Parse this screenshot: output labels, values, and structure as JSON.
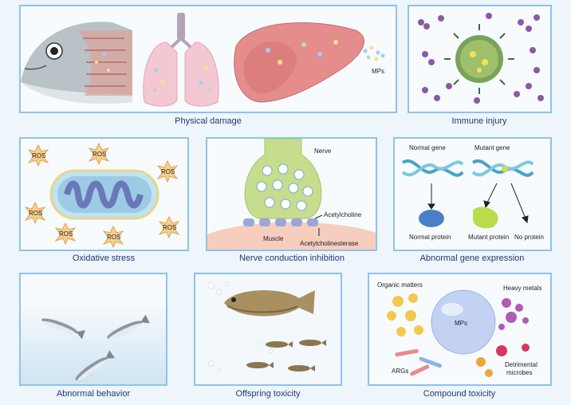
{
  "captions": {
    "physical_damage": "Physical damage",
    "immune_injury": "Immune injury",
    "oxidative_stress": "Oxidative stress",
    "nerve_conduction": "Nerve conduction inhibition",
    "abnormal_gene": "Abnormal gene expression",
    "abnormal_behavior": "Abnormal behavior",
    "offspring_toxicity": "Offspring toxicity",
    "compound_toxicity": "Compound toxicity"
  },
  "labels": {
    "mps": "MPs",
    "ros": "ROS",
    "nerve": "Nerve",
    "acetylcholine": "Acetylcholine",
    "muscle": "Muscle",
    "acetylcholinesterase": "Acetylcholinesterase",
    "normal_gene": "Normal gene",
    "mutant_gene": "Mutant gene",
    "normal_protein": "Normal protein",
    "mutant_protein": "Mutant protein",
    "no_protein": "No protein",
    "organic_matters": "Organic matters",
    "heavy_metals": "Heavy metals",
    "args": "ARGs",
    "detrimental_microbes_1": "Detrimental",
    "detrimental_microbes_2": "microbes"
  },
  "colors": {
    "panel_border": "#8ec3ea",
    "caption": "#1f3a73",
    "background": "#eef5fb"
  }
}
